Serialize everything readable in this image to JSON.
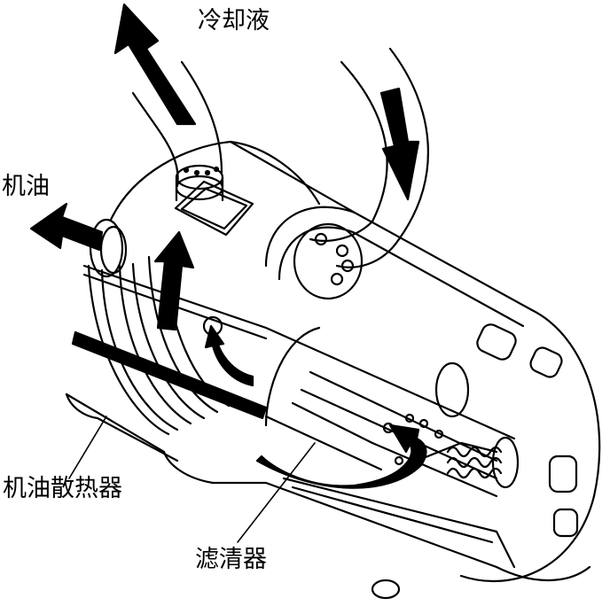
{
  "labels": {
    "coolant": "冷却液",
    "oil": "机油",
    "oil_cooler": "机油散热器",
    "filter": "滤清器"
  },
  "icons": {
    "coolant_out": "arrow-up-left-icon",
    "coolant_in": "arrow-down-icon",
    "oil_out": "arrow-left-icon",
    "oil_up": "arrow-up-icon",
    "oil_return": "curved-arrow-icon"
  },
  "colors": {
    "line": "#000000",
    "background": "#ffffff"
  }
}
